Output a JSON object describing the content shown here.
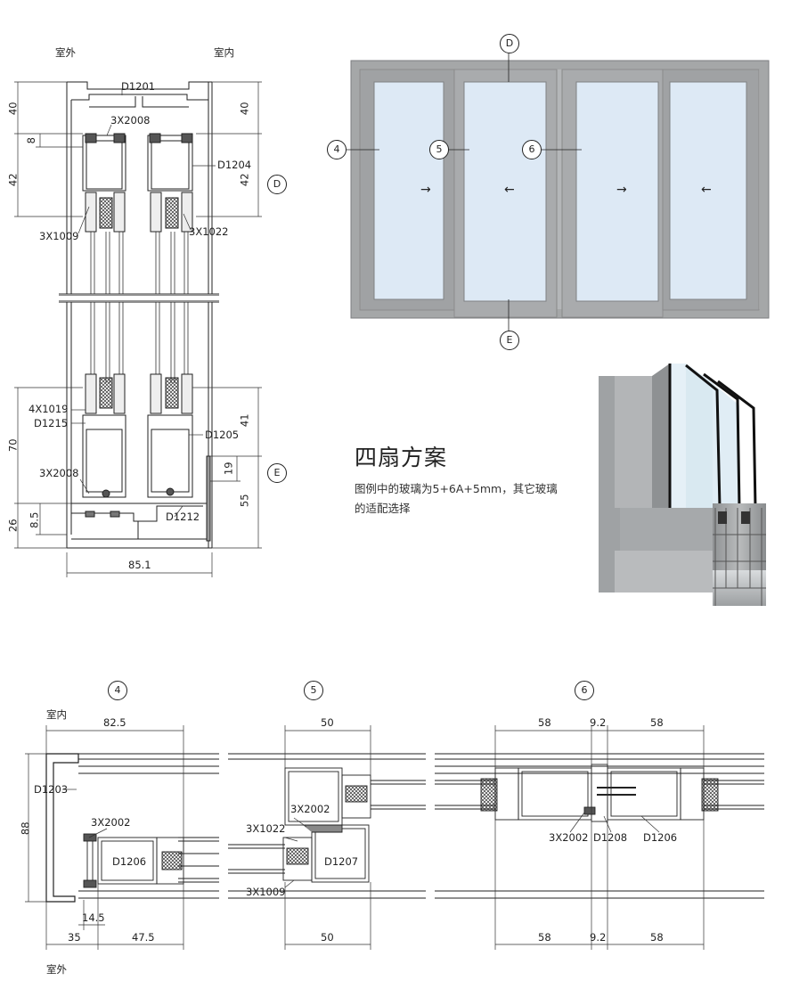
{
  "section_drawing": {
    "outdoor_label": "室外",
    "indoor_label": "室内",
    "dims_left_upper": [
      "40",
      "8",
      "42"
    ],
    "dims_right_upper": [
      "40",
      "42"
    ],
    "dims_left_lower": [
      "70",
      "26",
      "8.5"
    ],
    "dims_right_lower": [
      "41",
      "19",
      "55"
    ],
    "bottom_width": "85.1",
    "parts": {
      "d1201": "D1201",
      "x2008_top": "3X2008",
      "d1204": "D1204",
      "x1009": "3X1009",
      "x1022": "3X1022",
      "x1019": "4X1019",
      "d1215": "D1215",
      "d1205": "D1205",
      "x2008_bottom": "3X2008",
      "d1212": "D1212"
    },
    "marker_d": "D",
    "marker_e": "E"
  },
  "elevation": {
    "markers": {
      "d": "D",
      "e": "E",
      "m4": "4",
      "m5": "5",
      "m6": "6"
    },
    "arrows": [
      "→",
      "←",
      "→",
      "←"
    ],
    "frame_color": "#a5a7a8",
    "glass_color": "#dde9f5"
  },
  "product": {
    "title": "四扇方案",
    "description": "图例中的玻璃为5+6A+5mm，其它玻璃的适配选择"
  },
  "sections_bottom": {
    "sec4": {
      "marker": "4",
      "indoor_label": "室内",
      "outdoor_label": "室外",
      "top_dim": "82.5",
      "height_dim": "88",
      "d1203": "D1203",
      "x2002": "3X2002",
      "d1206": "D1206",
      "dim_14_5": "14.5",
      "dim_35": "35",
      "dim_47_5": "47.5"
    },
    "sec5": {
      "marker": "5",
      "top_dim": "50",
      "bottom_dim": "50",
      "x2002": "3X2002",
      "x1022": "3X1022",
      "x1009": "3X1009",
      "d1207": "D1207"
    },
    "sec6": {
      "marker": "6",
      "top_dims": [
        "58",
        "9.2",
        "58"
      ],
      "bottom_dims": [
        "58",
        "9.2",
        "58"
      ],
      "x2002": "3X2002",
      "d1208": "D1208",
      "d1206": "D1206"
    }
  }
}
